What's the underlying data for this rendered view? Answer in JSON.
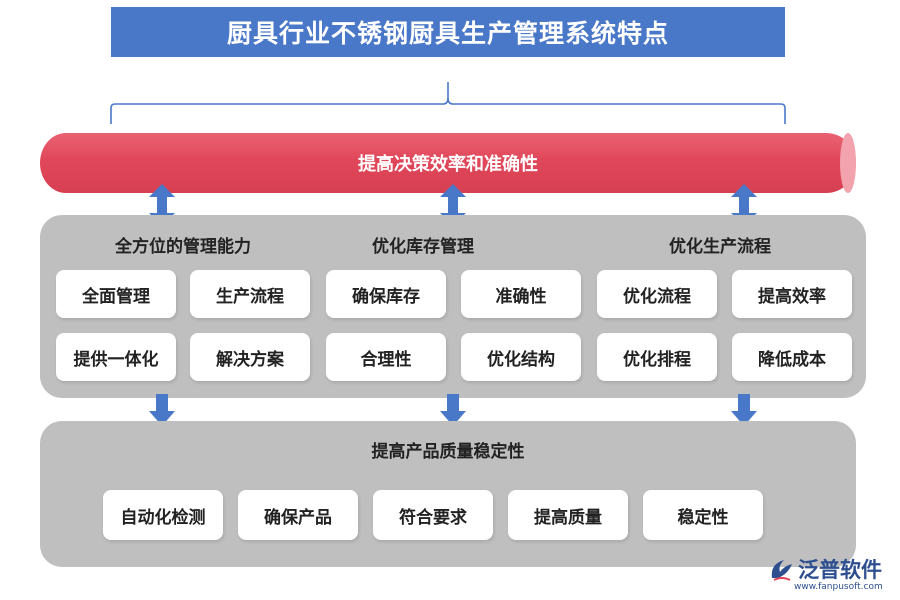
{
  "title": "厨具行业不锈钢厨具生产管理系统特点",
  "top_banner": "提高决策效率和准确性",
  "groups": [
    {
      "title": "全方位的管理能力",
      "items": [
        "全面管理",
        "生产流程",
        "提供一体化",
        "解决方案"
      ]
    },
    {
      "title": "优化库存管理",
      "items": [
        "确保库存",
        "准确性",
        "合理性",
        "优化结构"
      ]
    },
    {
      "title": "优化生产流程",
      "items": [
        "优化流程",
        "提高效率",
        "优化排程",
        "降低成本"
      ]
    }
  ],
  "bottom": {
    "title": "提高产品质量稳定性",
    "items": [
      "自动化检测",
      "确保产品",
      "符合要求",
      "提高质量",
      "稳定性"
    ]
  },
  "logo": {
    "name": "泛普软件",
    "url": "www.fanpusoft.com"
  },
  "colors": {
    "title_bg": "#4a78c8",
    "banner": "#e0475a",
    "panel": "#bfbfbf",
    "arrow": "#4a78c8"
  }
}
